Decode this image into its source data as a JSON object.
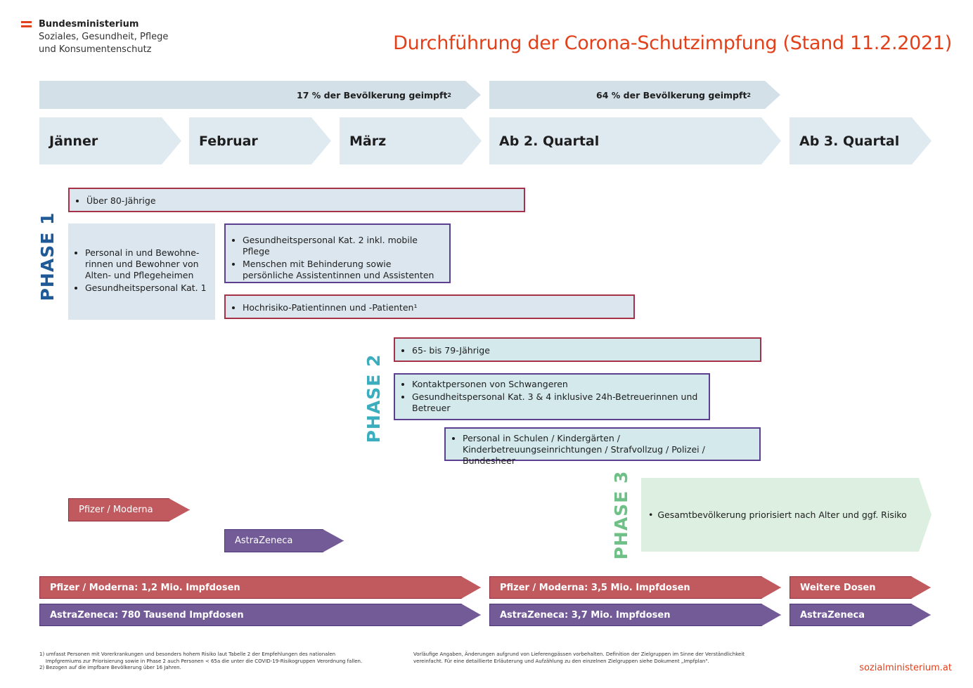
{
  "header": {
    "ministry_line1": "Bundesministerium",
    "ministry_line2": "Soziales, Gesundheit, Pflege",
    "ministry_line3": "und Konsumentenschutz",
    "title": "Durchführung der Corona-Schutzimpfung (Stand 11.2.2021)"
  },
  "coverage": {
    "first": "17 % der Bevölkerung geimpft",
    "second": "64 % der Bevölkerung geimpft",
    "footnote_mark": "2"
  },
  "timeline": {
    "jan": "Jänner",
    "feb": "Februar",
    "mar": "März",
    "q2": "Ab 2. Quartal",
    "q3": "Ab 3. Quartal"
  },
  "phases": {
    "p1": "PHASE 1",
    "p2": "PHASE 2",
    "p3": "PHASE 3"
  },
  "groups": {
    "over80": "Über 80-Jährige",
    "care_homes_1": "Personal in und Bewohne-rinnen und Bewohner von Alten- und Pflegeheimen",
    "care_homes_2": "Gesundheitspersonal Kat. 1",
    "health_cat2_1": "Gesundheitspersonal Kat. 2 inkl. mobile Pflege",
    "health_cat2_2": "Menschen mit Behinderung sowie persönliche Assistentinnen und Assistenten",
    "high_risk": "Hochrisiko-Patientinnen und -Patienten¹",
    "age65_79": "65- bis 79-Jährige",
    "contacts_1": "Kontaktpersonen von Schwangeren",
    "contacts_2": "Gesundheitspersonal Kat. 3 & 4 inklusive 24h-Betreuerinnen und Betreuer",
    "schools": "Personal in Schulen / Kindergärten / Kinderbetreuungseinrichtungen / Strafvollzug / Polizei / Bundesheer",
    "general": "Gesamtbevölkerung priorisiert nach Alter und ggf. Risiko"
  },
  "vaccines": {
    "pfizer_early": "Pfizer / Moderna",
    "astra_early": "AstraZeneca",
    "pfizer_q1": "Pfizer / Moderna: 1,2 Mio. Impfdosen",
    "astra_q1": "AstraZeneca: 780 Tausend Impfdosen",
    "pfizer_q2": "Pfizer / Moderna: 3,5 Mio. Impfdosen",
    "astra_q2": "AstraZeneca: 3,7 Mio. Impfdosen",
    "further": "Weitere Dosen",
    "astra_q3": "AstraZeneca"
  },
  "footnotes": {
    "left": "1) umfasst Personen mit Vorerkrankungen und besonders hohem Risiko laut Tabelle 2 der Empfehlungen des nationalen\n    Impfgremiums zur Priorisierung sowie in Phase 2 auch Personen < 65a die unter die COVID-19-Risikogruppen Verordnung fallen.\n2) Bezogen auf die impfbare Bevölkerung über 16 Jahren.",
    "right": "Vorläufige Angaben, Änderungen aufgrund von Lieferengpässen vorbehalten. Definition der Zielgruppen im Sinne der Verständlichkeit\nvereinfacht. Für eine detaillierte Erläuterung und Aufzählung zu den einzelnen Zielgruppen siehe Dokument „Impfplan\".",
    "site": "sozialministerium.at"
  },
  "colors": {
    "accent": "#e2401a",
    "phase1": "#1f5a96",
    "phase2": "#3aaebf",
    "phase3": "#6fc087",
    "pfizer": "#c05a5f",
    "astra": "#735b98"
  }
}
